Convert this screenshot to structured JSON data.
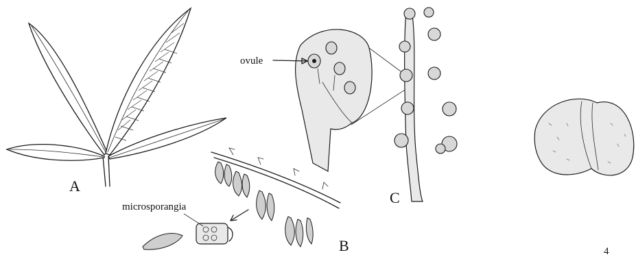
{
  "labels": {
    "panel_a": "A",
    "panel_b": "B",
    "panel_c": "C",
    "ovule": "ovule",
    "microsporangia": "microsporangia",
    "plate_number": "4"
  }
}
